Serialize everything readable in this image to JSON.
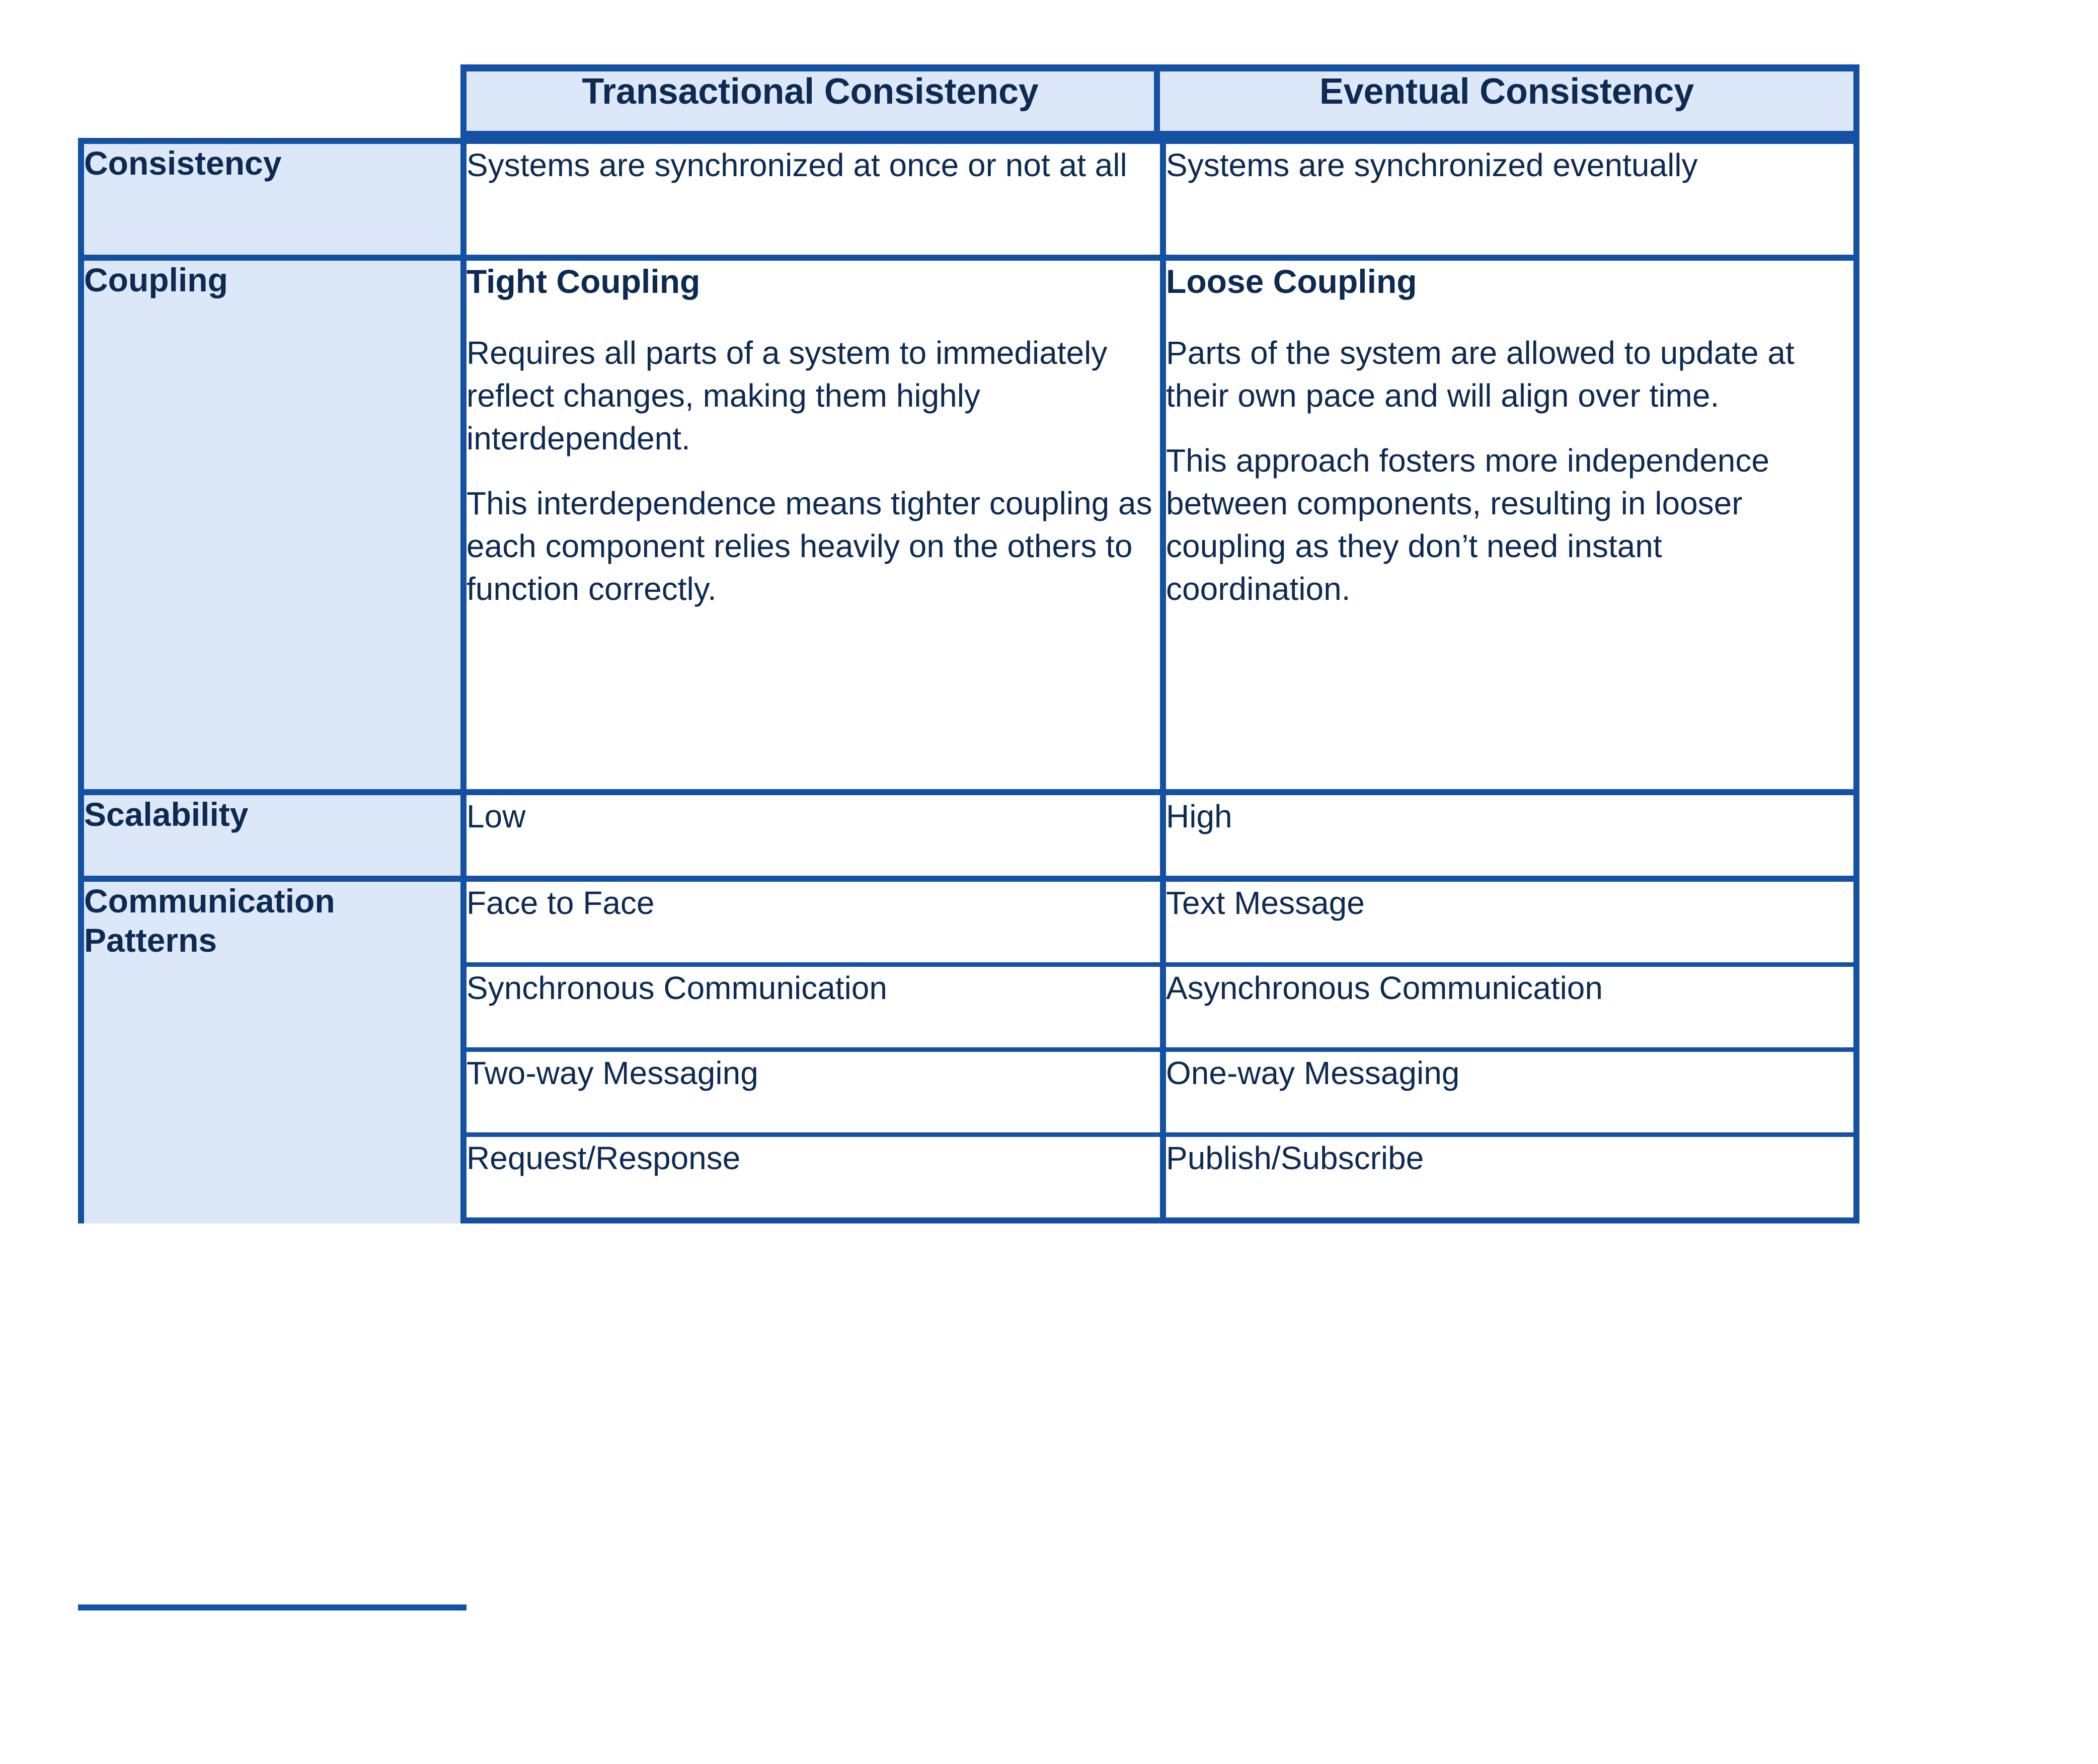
{
  "table": {
    "columns": [
      {
        "key": "label",
        "header": ""
      },
      {
        "key": "transactional",
        "header": "Transactional Consistency"
      },
      {
        "key": "eventual",
        "header": "Eventual Consistency"
      }
    ],
    "rows": [
      {
        "label": "Consistency",
        "transactional": {
          "paragraphs": [
            "Systems are synchronized at once or not at all"
          ]
        },
        "eventual": {
          "paragraphs": [
            "Systems are synchronized eventually"
          ]
        }
      },
      {
        "label": "Coupling",
        "transactional": {
          "heading": "Tight Coupling",
          "paragraphs": [
            "Requires all parts of a system to immediately reflect changes, making them highly interdependent.",
            "This interdependence means tighter coupling as each component relies heavily on the others to function correctly."
          ]
        },
        "eventual": {
          "heading": "Loose Coupling",
          "paragraphs": [
            "Parts of the system are allowed to update at their own pace and will align over time.",
            "This approach fosters more independence between components, resulting in looser coupling as they don’t need instant coordination."
          ]
        }
      },
      {
        "label": "Scalability",
        "transactional": {
          "paragraphs": [
            "Low"
          ]
        },
        "eventual": {
          "paragraphs": [
            "High"
          ]
        }
      },
      {
        "label": "Communication Patterns",
        "subrows": [
          {
            "transactional": "Face to Face",
            "eventual": "Text Message"
          },
          {
            "transactional": "Synchronous Communication",
            "eventual": "Asynchronous Communication"
          },
          {
            "transactional": "Two-way Messaging",
            "eventual": "One-way Messaging"
          },
          {
            "transactional": "Request/Response",
            "eventual": "Publish/Subscribe"
          }
        ]
      }
    ]
  },
  "colors": {
    "border": "#1450a3",
    "header_fill": "#dce8f7",
    "label_fill": "#dce8f7",
    "text": "#0d2a52",
    "cell_fill": "#ffffff"
  }
}
